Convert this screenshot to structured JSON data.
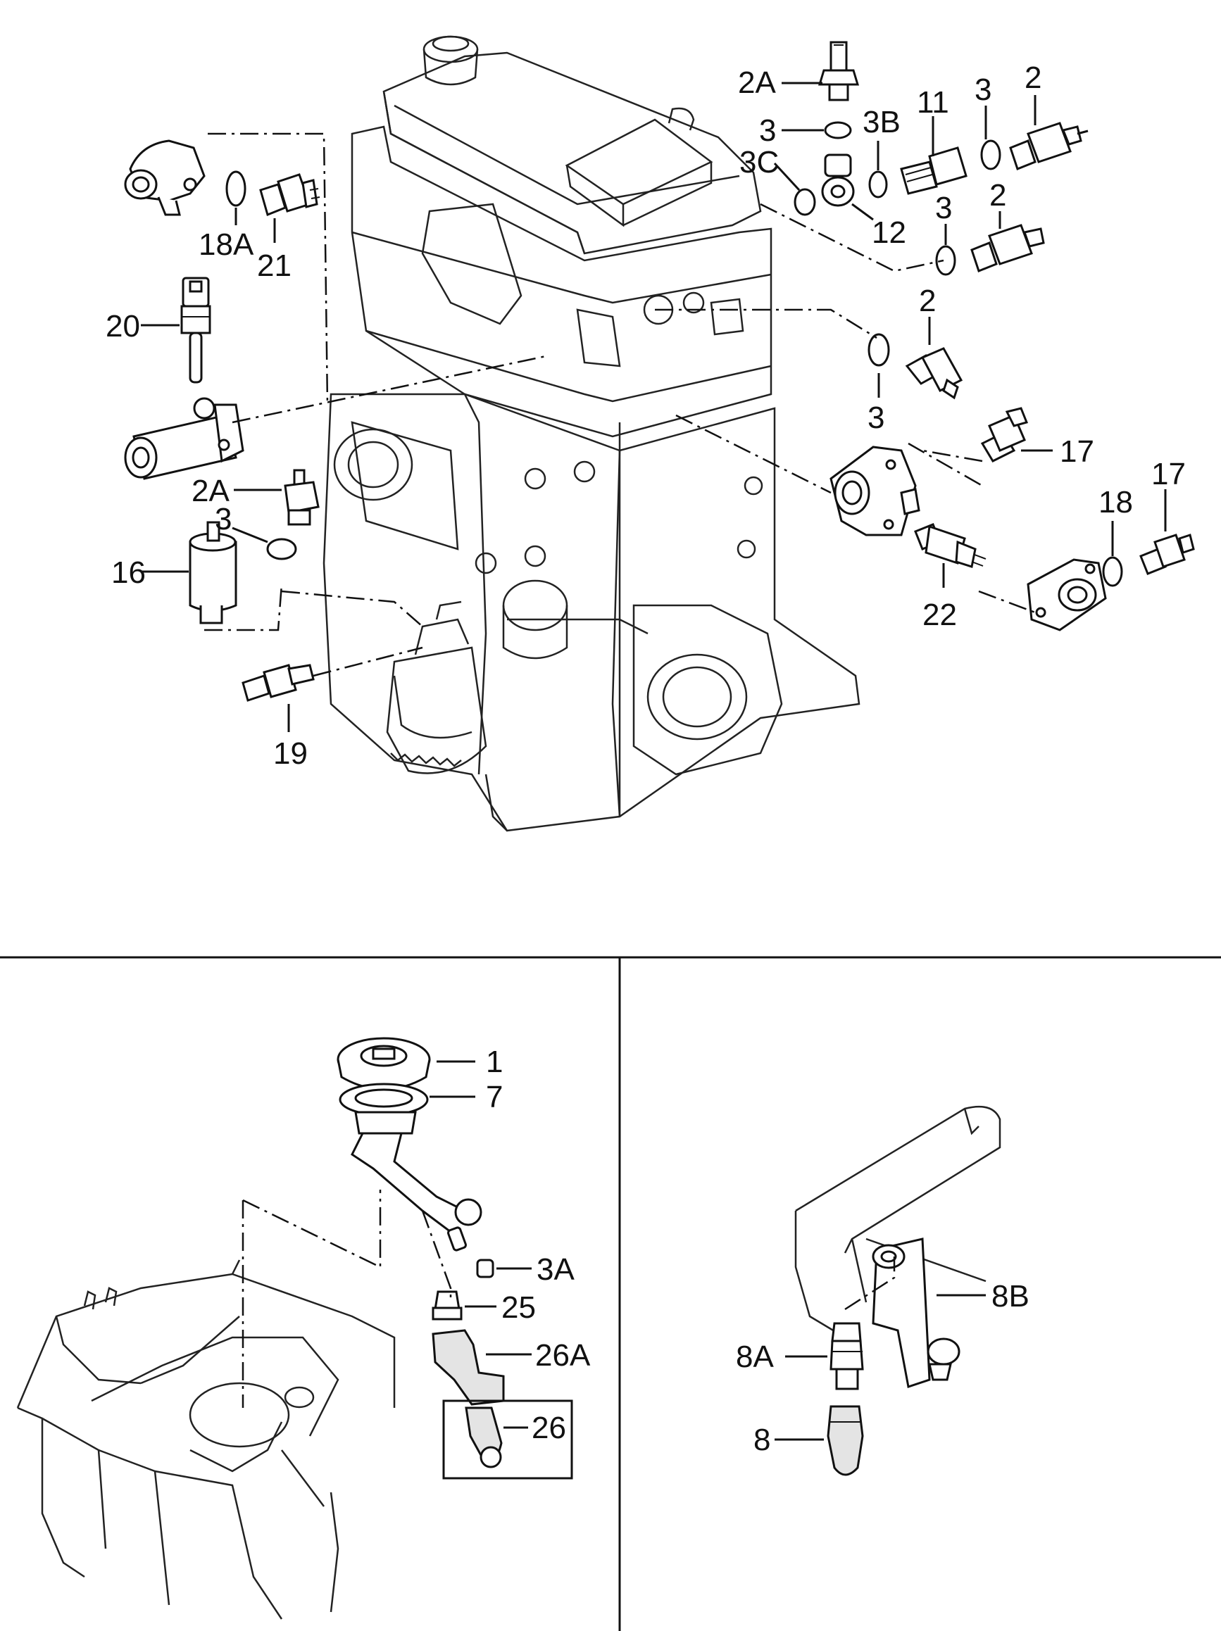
{
  "labels": {
    "l2A_top": "2A",
    "l3_top": "3",
    "l3B": "3B",
    "l11": "11",
    "l3_right": "3",
    "l2_right": "2",
    "l3C": "3C",
    "l12": "12",
    "l3_mid": "3",
    "l2_mid": "2",
    "l2_lower": "2",
    "l3_lower": "3",
    "l18A": "18A",
    "l21": "21",
    "l20": "20",
    "l2A_left": "2A",
    "l3_left": "3",
    "l16": "16",
    "l19": "19",
    "l17_a": "17",
    "l17_b": "17",
    "l18": "18",
    "l22": "22",
    "l1": "1",
    "l7": "7",
    "l3A": "3A",
    "l25": "25",
    "l26A": "26A",
    "l26": "26",
    "l8B": "8B",
    "l8A": "8A",
    "l8": "8"
  }
}
